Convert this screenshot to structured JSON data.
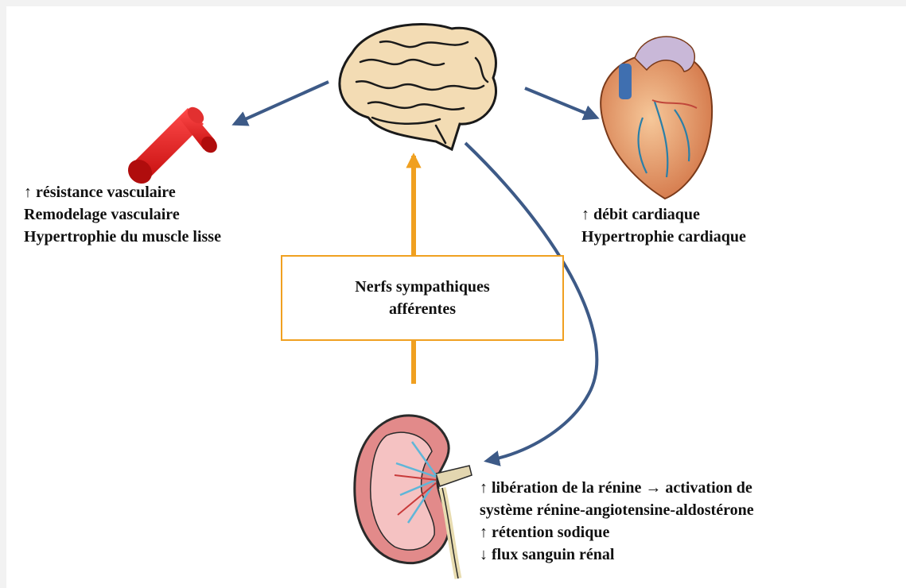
{
  "vessel_effects": [
    "↑ résistance vasculaire",
    "Remodelage vasculaire",
    "Hypertrophie du muscle lisse"
  ],
  "heart_effects": [
    "↑ débit cardiaque",
    "Hypertrophie  cardiaque"
  ],
  "center_box": [
    "Nerfs sympathiques",
    "afférentes"
  ],
  "kidney_effects": [
    "↑ libération de la rénine → activation de",
    "système rénine-angiotensine-aldostérone",
    "↑ rétention sodique",
    "↓ flux sanguin rénal"
  ],
  "colors": {
    "efferent_arrow": "#3d5a87",
    "afferent_arrow": "#f0a020",
    "box_border": "#f0a020"
  }
}
